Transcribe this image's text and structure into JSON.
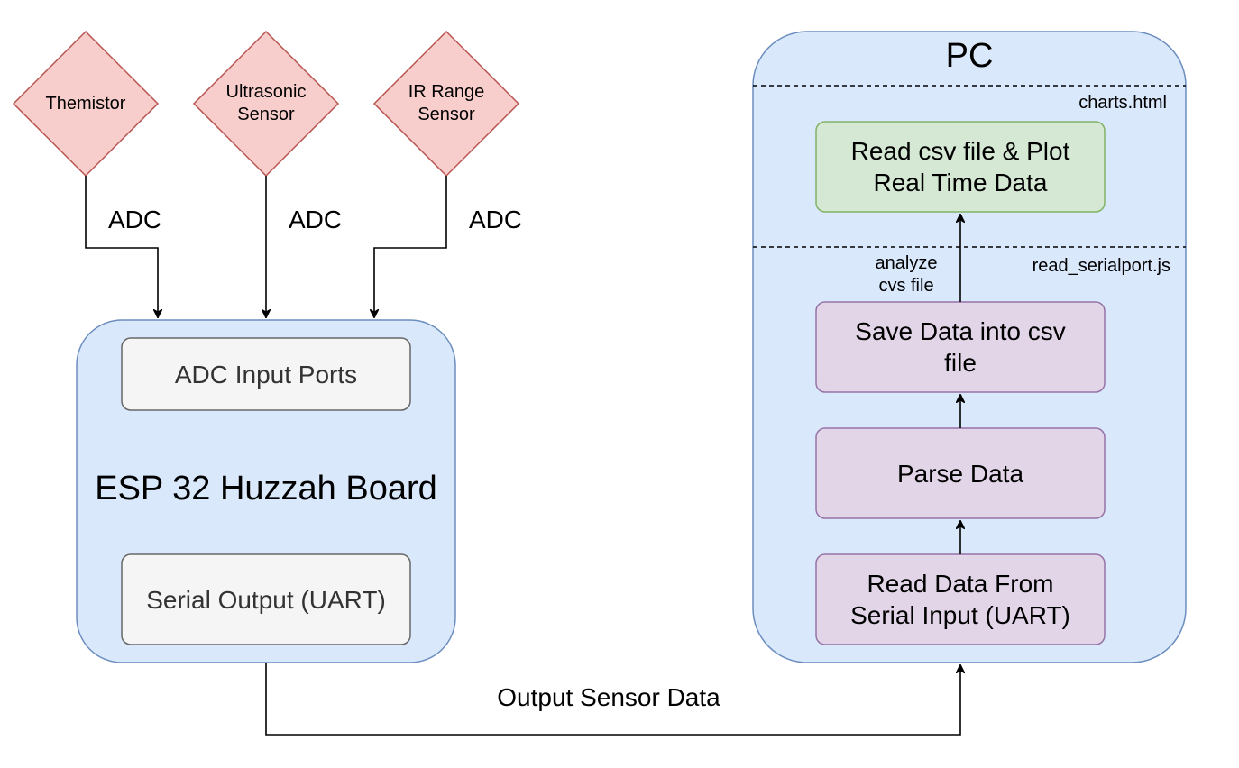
{
  "sensors": [
    {
      "label": "Themistor"
    },
    {
      "label": "Ultrasonic\nSensor"
    },
    {
      "label": "IR Range\nSensor"
    }
  ],
  "adc_labels": [
    "ADC",
    "ADC",
    "ADC"
  ],
  "board": {
    "title": "ESP 32 Huzzah Board",
    "input_ports": "ADC Input Ports",
    "serial_output": "Serial Output (UART)"
  },
  "pc": {
    "title": "PC",
    "charts_file": "charts.html",
    "serialport_file": "read_serialport.js",
    "plot_step": "Read csv file & Plot\nReal Time Data",
    "analyze_label": "analyze\ncvs file",
    "save_step": "Save Data into csv\nfile",
    "parse_step": "Parse Data",
    "read_step": "Read Data From\nSerial Input (UART)"
  },
  "connection_label": "Output Sensor Data",
  "colors": {
    "sensor_fill": "#f8cecc",
    "sensor_stroke": "#b85450",
    "container_fill": "#dae8fc",
    "container_stroke": "#6c8ebf",
    "port_fill": "#f5f5f5",
    "port_stroke": "#666666",
    "green_fill": "#d5e8d4",
    "green_stroke": "#82b366",
    "purple_fill": "#e1d5e7",
    "purple_stroke": "#9673a6"
  }
}
